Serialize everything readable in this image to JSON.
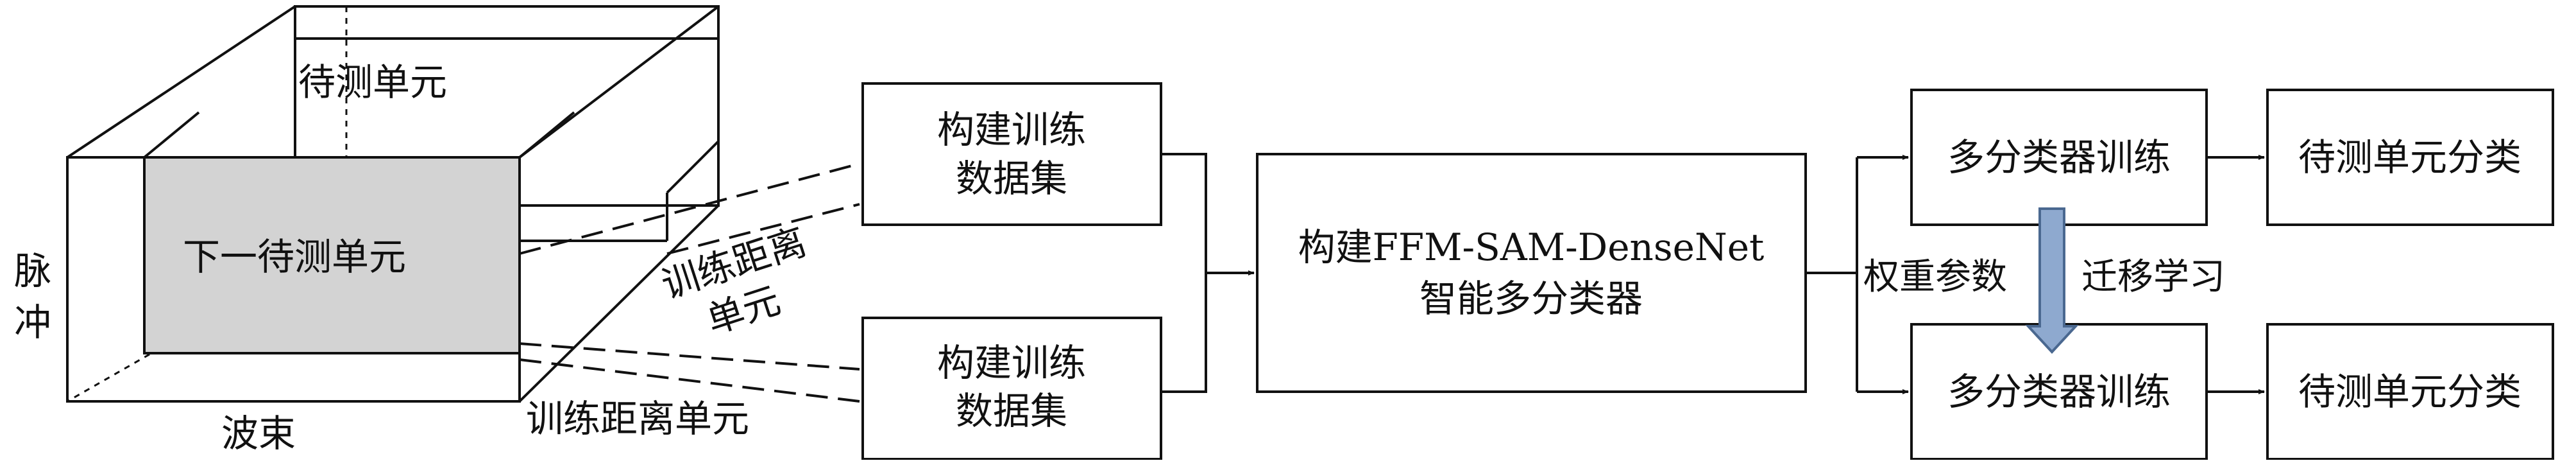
{
  "cube": {
    "cell_under_test": "待测单元",
    "next_cell_under_test": "下一待测单元",
    "axis_pulse": "脉冲",
    "axis_beam": "波束",
    "training_cells_upper": "训练距离",
    "training_cells_upper_2": "单元",
    "training_cells_lower": "训练距离单元"
  },
  "dataset_box_1": {
    "line1": "构建训练",
    "line2": "数据集"
  },
  "dataset_box_2": {
    "line1": "构建训练",
    "line2": "数据集"
  },
  "classifier_box": {
    "line1": "构建FFM-SAM-DenseNet",
    "line2": "智能多分类器"
  },
  "weights_label": "权重参数",
  "transfer_label": "迁移学习",
  "train_box_1": "多分类器训练",
  "train_box_2": "多分类器训练",
  "result_box_1": "待测单元分类",
  "result_box_2": "待测单元分类",
  "colors": {
    "line": "#111111",
    "next_cell_fill": "#d3d3d3",
    "transfer_arrow_fill": "#8ea9cf",
    "transfer_arrow_stroke": "#4a6890"
  }
}
